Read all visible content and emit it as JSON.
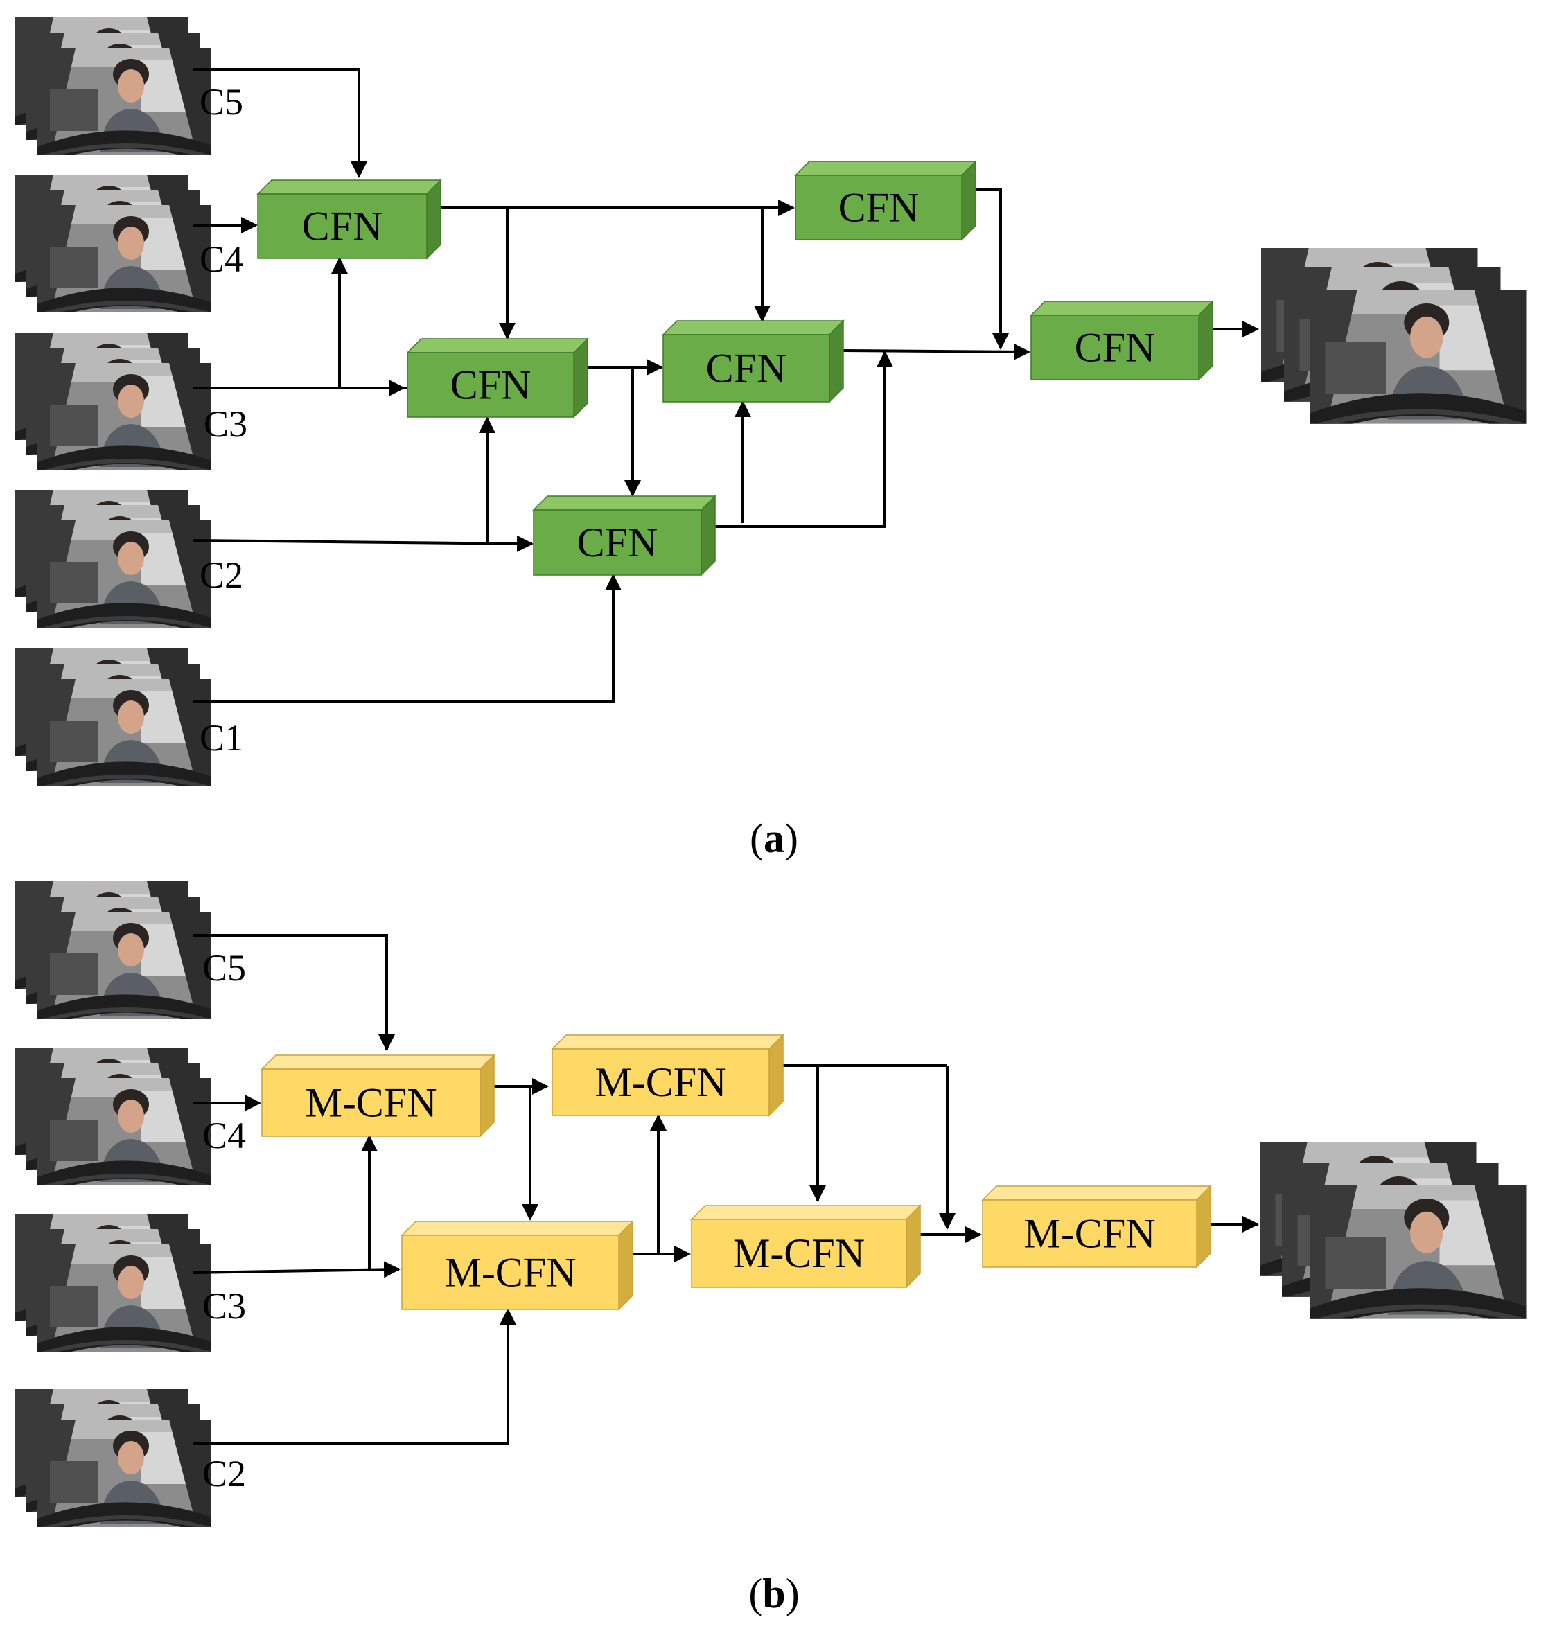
{
  "panel_a": {
    "caption_open": "(",
    "caption_letter": "a",
    "caption_close": ")",
    "input_labels": [
      "C5",
      "C4",
      "C3",
      "C2",
      "C1"
    ],
    "block_label": "CFN",
    "colors": {
      "front": "#6aac47",
      "top": "#8cc665",
      "side": "#4f8a33",
      "edge": "#3f7a2a"
    }
  },
  "panel_b": {
    "caption_open": "(",
    "caption_letter": "b",
    "caption_close": ")",
    "input_labels": [
      "C5",
      "C4",
      "C3",
      "C2"
    ],
    "block_label": "M-CFN",
    "colors": {
      "front": "#ffd966",
      "top": "#ffe699",
      "side": "#d4ad3f",
      "edge": "#c9a13a"
    }
  },
  "icons": {
    "frame_stack": "driver-video-frame-stack-icon"
  }
}
